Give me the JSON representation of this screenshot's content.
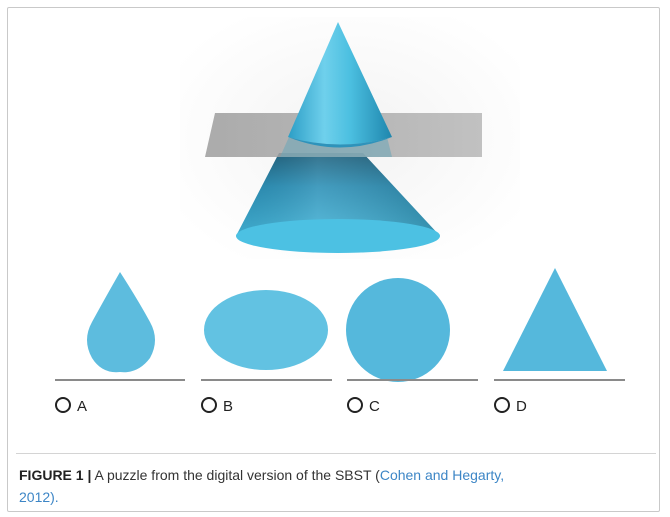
{
  "figure": {
    "options": [
      {
        "letter": "A",
        "shape": "teardrop"
      },
      {
        "letter": "B",
        "shape": "ellipse"
      },
      {
        "letter": "C",
        "shape": "circle"
      },
      {
        "letter": "D",
        "shape": "triangle"
      }
    ],
    "colors": {
      "cone_light": "#7fd7ef",
      "cone_mid": "#3cb4d8",
      "cone_dark": "#1e7ea3",
      "plane": "#9a9a9a",
      "option_fill": "#5dbcde",
      "caption_link": "#3d86c6"
    }
  },
  "caption": {
    "label": "FIGURE 1 |",
    "text_before": " A puzzle from the digital version of the SBST (",
    "citation": "Cohen and Hegarty,",
    "text_after": "2012).",
    "citation_year_sep": " "
  }
}
